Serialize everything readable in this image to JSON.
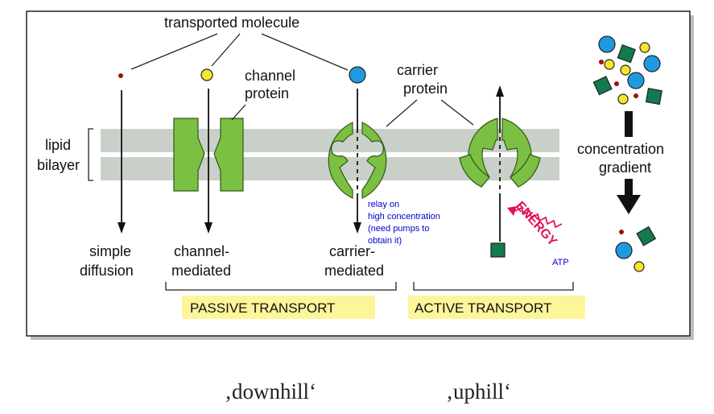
{
  "labels": {
    "transported_molecule": "transported molecule",
    "channel_protein_1": "channel",
    "channel_protein_2": "protein",
    "carrier_protein_1": "carrier",
    "carrier_protein_2": "protein",
    "lipid_bilayer_1": "lipid",
    "lipid_bilayer_2": "bilayer",
    "simple_diffusion_1": "simple",
    "simple_diffusion_2": "diffusion",
    "channel_mediated_1": "channel-",
    "channel_mediated_2": "mediated",
    "carrier_mediated_1": "carrier-",
    "carrier_mediated_2": "mediated",
    "concentration_gradient_1": "concentration",
    "concentration_gradient_2": "gradient",
    "energy": "ENERGY",
    "atp": "ATP"
  },
  "annotation": {
    "line1": "relay on",
    "line2": "high concentration",
    "line3": "(need pumps to",
    "line4": "obtain it)"
  },
  "banners": {
    "passive": "PASSIVE TRANSPORT",
    "active": "ACTIVE TRANSPORT"
  },
  "captions": {
    "downhill": "‚downhill‘",
    "uphill": "‚uphill‘"
  },
  "colors": {
    "membrane": "#c9d0ca",
    "protein_green": "#7bc043",
    "molecule_red": "#a01010",
    "molecule_yellow": "#f5e62a",
    "molecule_blue": "#1e9be0",
    "molecule_darkgreen": "#127a4c",
    "banner_yellow": "#fdf59a",
    "energy_pink": "#e0105a",
    "annotation_blue": "#0000cc"
  }
}
